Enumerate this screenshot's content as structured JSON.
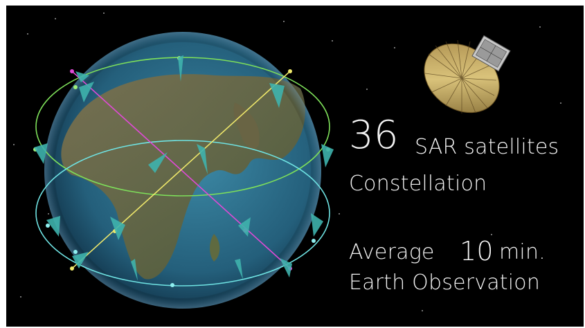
{
  "headline": {
    "count": "36",
    "label": "SAR satellites",
    "sub": "Constellation"
  },
  "revisit": {
    "prefix": "Average",
    "value": "10",
    "unit": "min.",
    "sub": "Earth Observation"
  },
  "colors": {
    "background": "#000000",
    "text": "#f2f2f2",
    "orbit_green": "#7ee05a",
    "orbit_cyan": "#6fe3e3",
    "orbit_magenta": "#e04ad6",
    "orbit_yellow": "#efe86b",
    "satellite_teal": "#3fb3ad",
    "ocean": "#2b6f8c",
    "land": "#6b6447"
  },
  "icons": [
    "earth-globe",
    "sar-satellite",
    "satellite-marker"
  ]
}
